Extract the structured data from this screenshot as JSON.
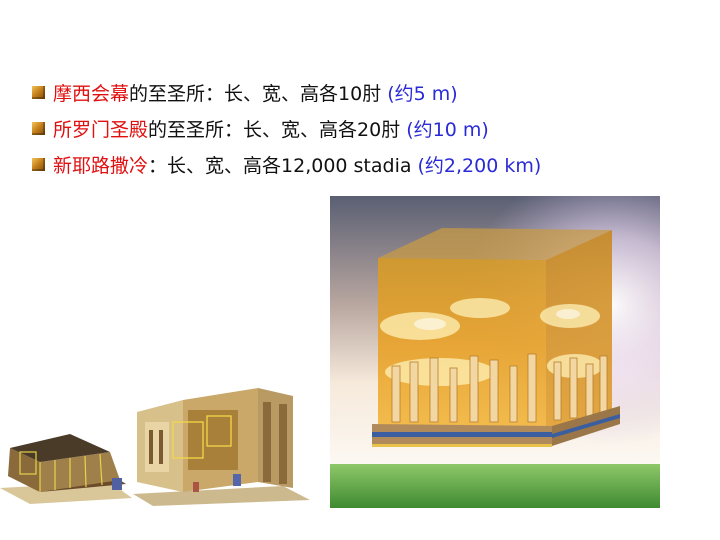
{
  "lines": [
    {
      "name": "摩西会幕",
      "middle": "的至圣所：长、宽、高各10肘",
      "paren": "(约5 m)"
    },
    {
      "name": "所罗门圣殿",
      "middle": "的至圣所：长、宽、高各20肘",
      "paren": "(约10 m)"
    },
    {
      "name": "新耶路撒冷",
      "middle": "：长、宽、高各12,000 stadia",
      "paren": "(约2,200 km)"
    }
  ],
  "images": {
    "tabernacle": "tabernacle-illustration",
    "temple": "temple-illustration",
    "new_jerusalem": "new-jerusalem-cube-illustration"
  },
  "colors": {
    "highlight": "#e01010",
    "measure": "#2a2ad6",
    "bullet": "#c9821c"
  }
}
